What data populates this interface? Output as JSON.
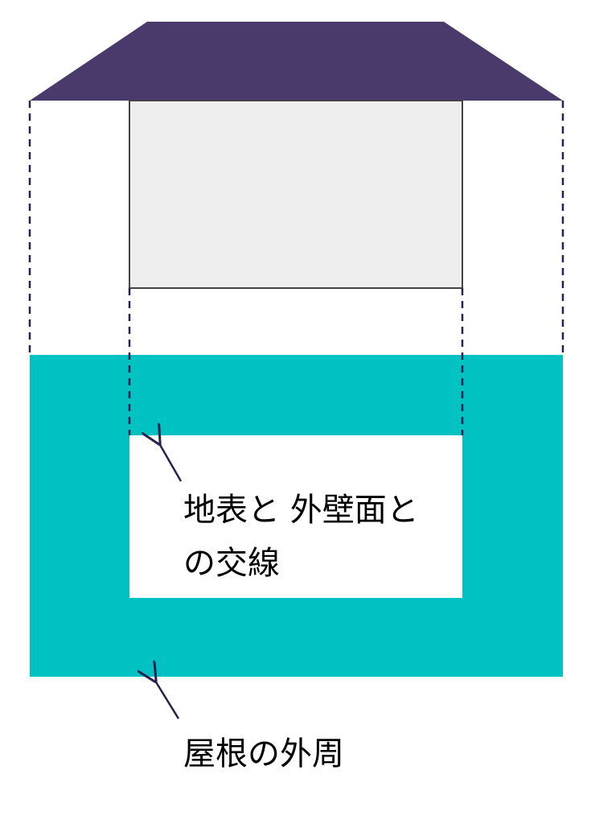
{
  "labels": {
    "wall_intersection_line1": "地表と 外壁面と",
    "wall_intersection_line2": "の交線",
    "roof_perimeter": "屋根の外周"
  },
  "colors": {
    "roof": "#4a3a6b",
    "wall_box": "#eeeeee",
    "ground_area": "#00c2c2",
    "dash_line": "#2a2050",
    "arrow": "#2a2050"
  }
}
